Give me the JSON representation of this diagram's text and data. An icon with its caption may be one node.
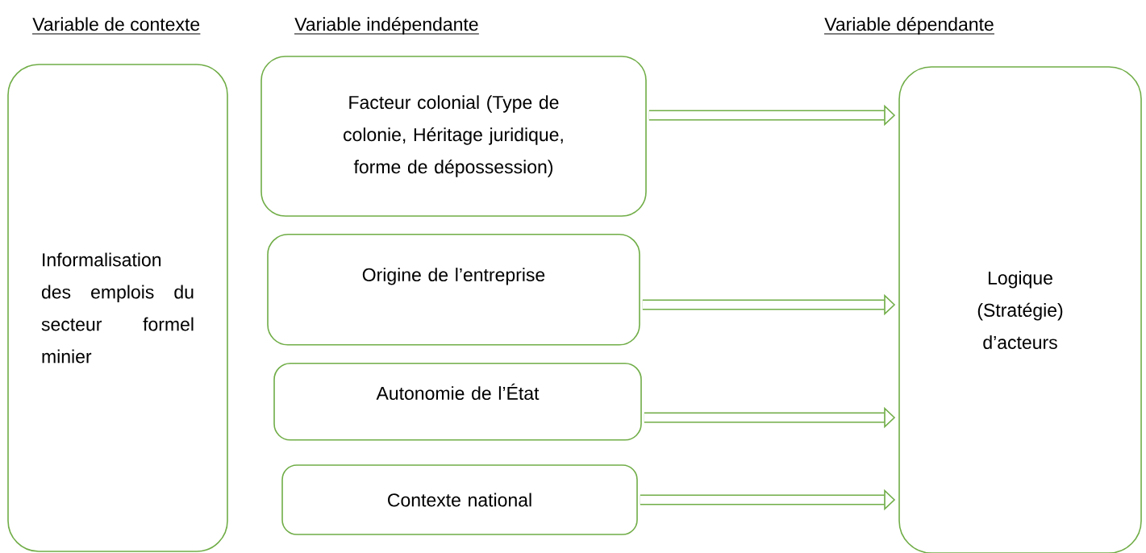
{
  "diagram": {
    "nodes": [
      {
        "text": [
          "Informalisation des emplois du secteur formel minier"
        ]
      },
      {
        "text": [
          "Facteur colonial (Type de colonie, Héritage juridique, forme de dépossession)"
        ]
      },
      {
        "text": [
          "Origine de l’entreprise"
        ]
      },
      {
        "text": [
          "Autonomie de l’État"
        ]
      },
      {
        "text": [
          "Contexte national"
        ]
      },
      {
        "text": [
          "Logique (Stratégie) d’acteurs"
        ]
      }
    ],
    "edges": [
      {
        "from": 1,
        "to": 5,
        "arrow": "to"
      },
      {
        "from": 2,
        "to": 5,
        "arrow": "to"
      },
      {
        "from": 3,
        "to": 5,
        "arrow": "to"
      },
      {
        "from": 4,
        "to": 5,
        "arrow": "to"
      }
    ],
    "labels": [
      "Variable de contexte",
      "Variable indépendante",
      "Variable dépendante"
    ]
  }
}
